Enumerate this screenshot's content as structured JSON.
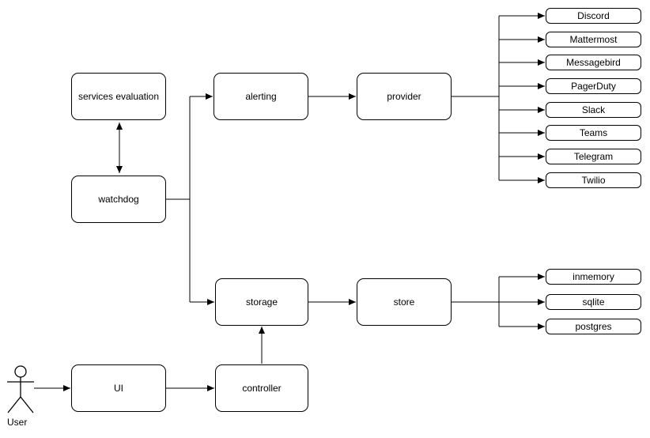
{
  "diagram": {
    "background_color": "#ffffff",
    "line_color": "#000000",
    "box_fill": "#ffffff",
    "actor": {
      "label": "User"
    },
    "nodes": [
      {
        "id": "services-evaluation",
        "label": "services evaluation"
      },
      {
        "id": "watchdog",
        "label": "watchdog"
      },
      {
        "id": "alerting",
        "label": "alerting"
      },
      {
        "id": "provider",
        "label": "provider"
      },
      {
        "id": "storage",
        "label": "storage"
      },
      {
        "id": "store",
        "label": "store"
      },
      {
        "id": "ui",
        "label": "UI"
      },
      {
        "id": "controller",
        "label": "controller"
      }
    ],
    "provider_leaves": [
      "Discord",
      "Mattermost",
      "Messagebird",
      "PagerDuty",
      "Slack",
      "Teams",
      "Telegram",
      "Twilio"
    ],
    "store_leaves": [
      "inmemory",
      "sqlite",
      "postgres"
    ]
  }
}
